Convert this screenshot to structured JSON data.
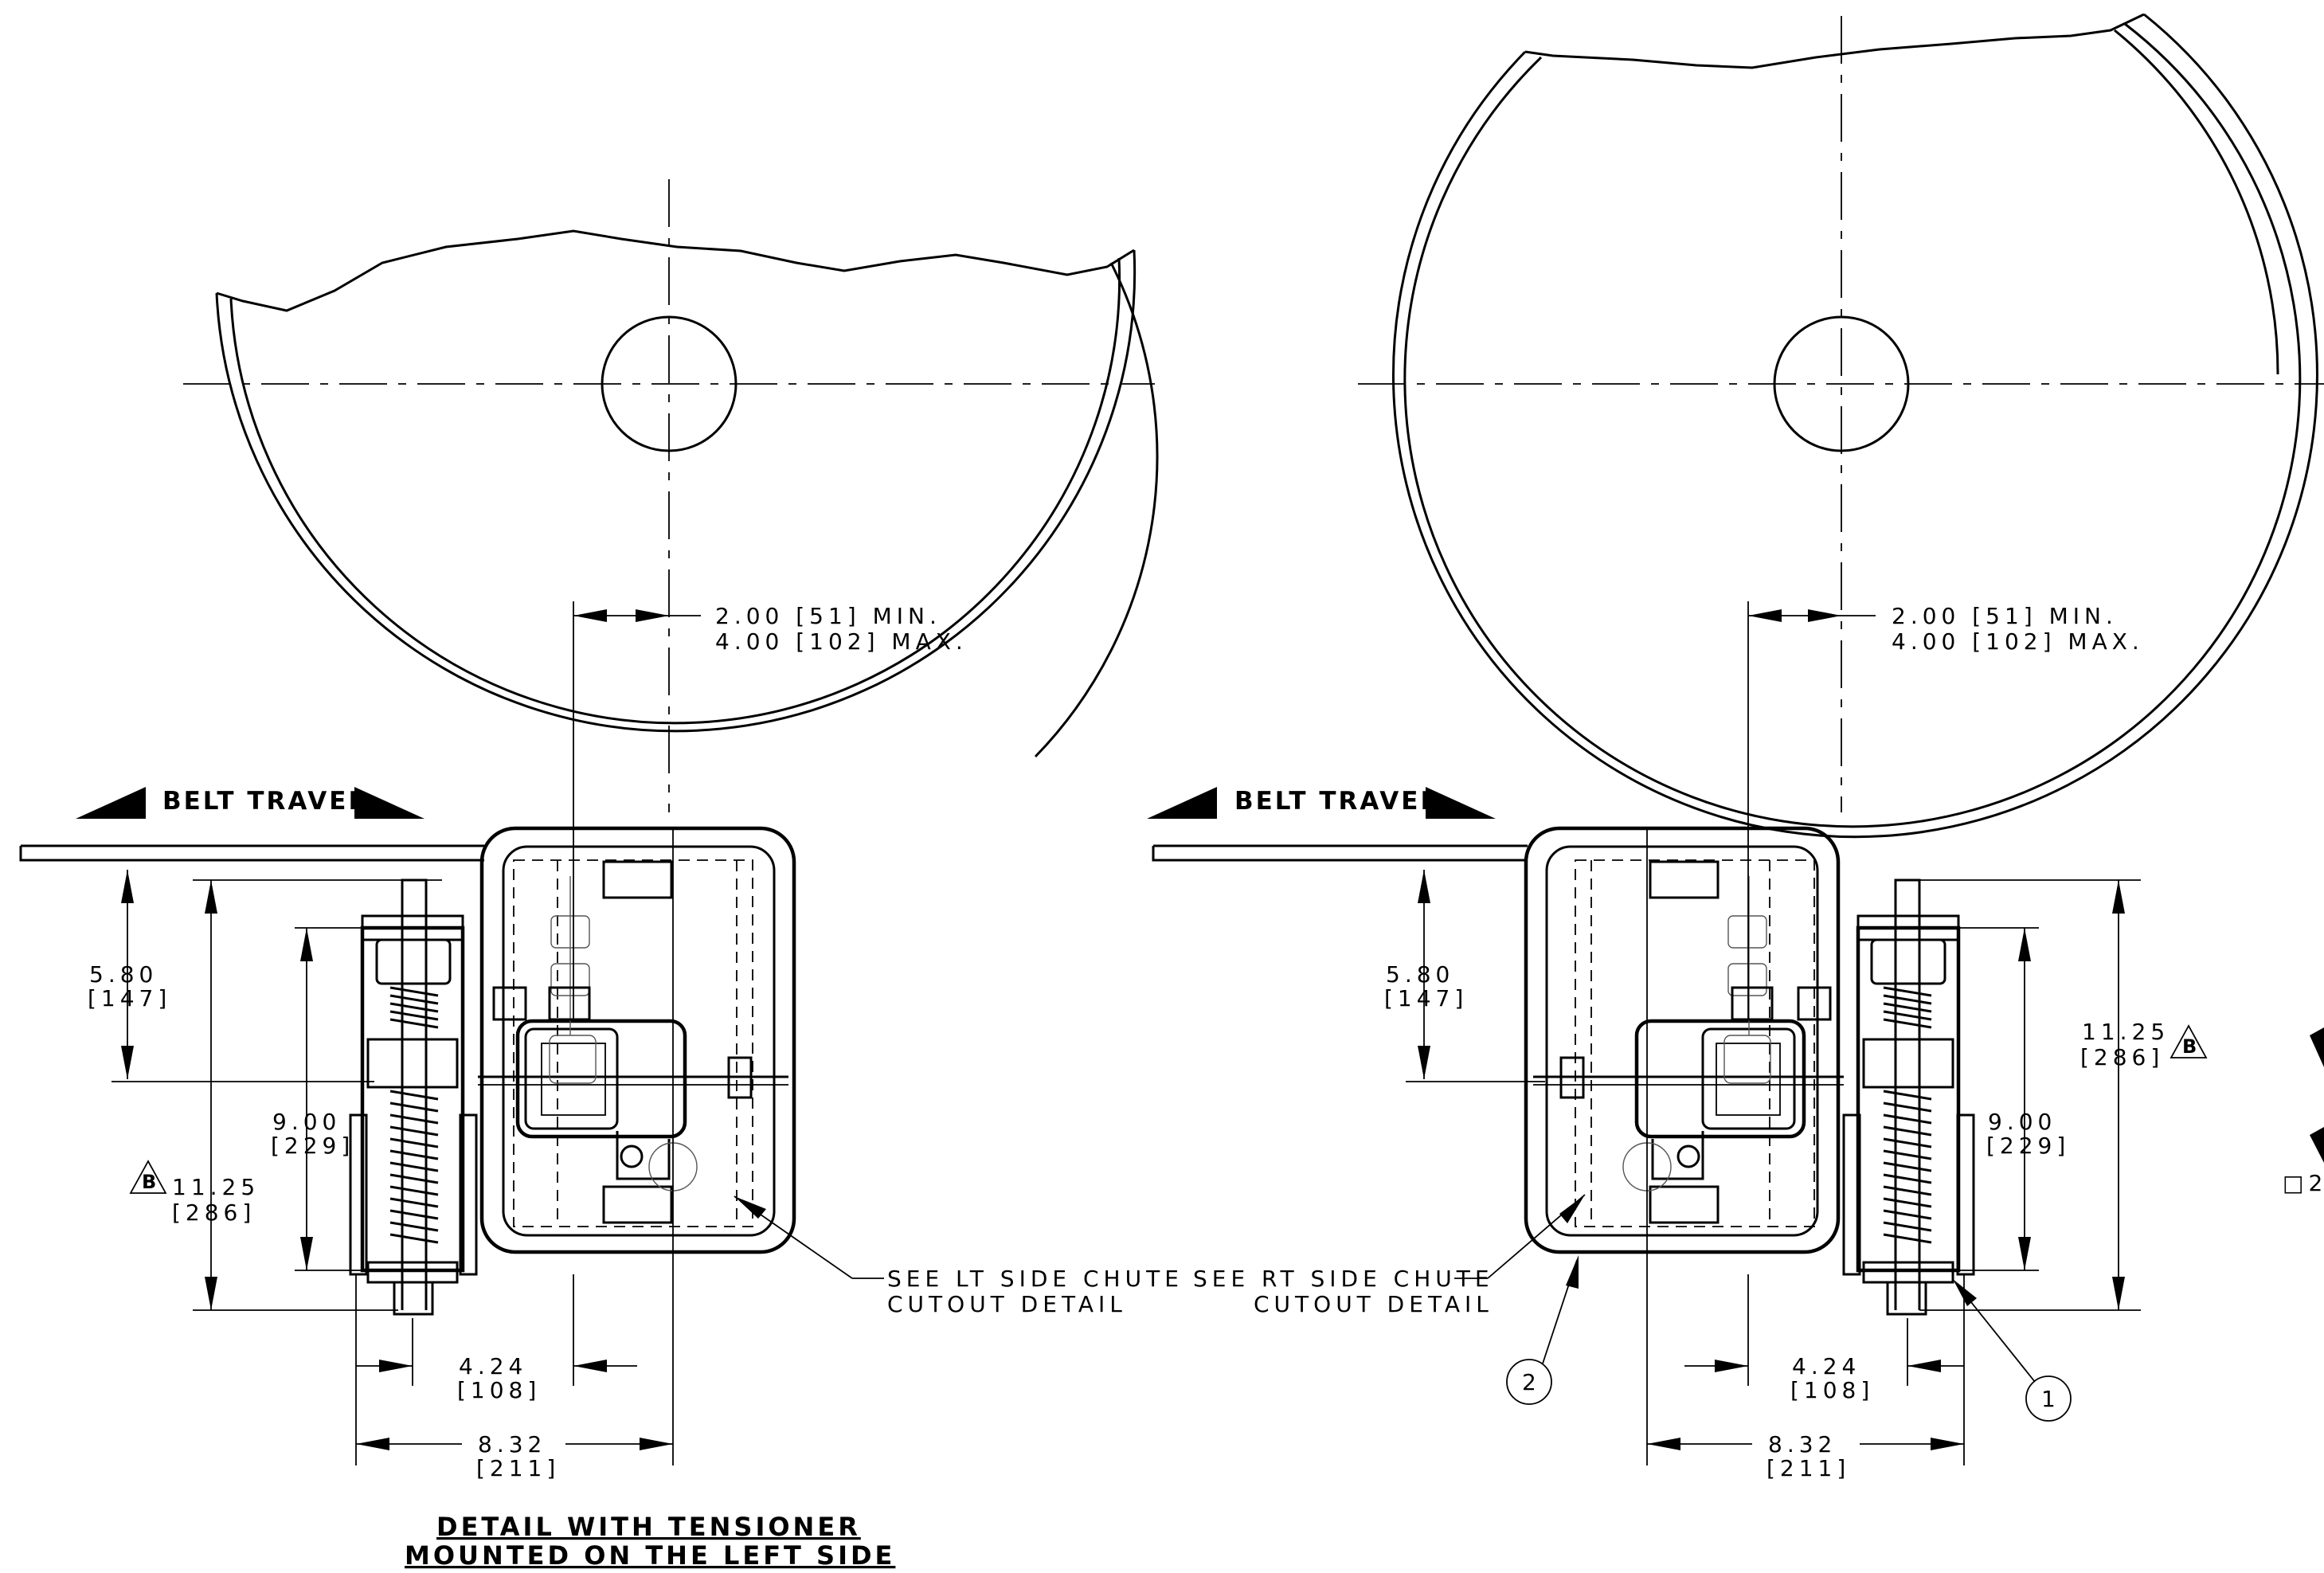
{
  "views": [
    {
      "id": "left",
      "belt_travel_label": "BELT TRAVEL",
      "offset_min": "2.00 [51] MIN.",
      "offset_max": "4.00 [102] MAX.",
      "dim_height_top": "5.80",
      "dim_height_top_mm": "[147]",
      "dim_tensioner": "9.00",
      "dim_tensioner_mm": "[229]",
      "dim_overall": "11.25",
      "dim_overall_mm": "[286]",
      "rev_marker": "B",
      "dim_width_small": "4.24",
      "dim_width_small_mm": "[108]",
      "dim_width_overall": "8.32",
      "dim_width_overall_mm": "[211]",
      "chute_note_line1": "SEE LT SIDE CHUTE",
      "chute_note_line2": "CUTOUT DETAIL",
      "title_line1": "DETAIL WITH TENSIONER",
      "title_line2": "MOUNTED ON THE LEFT SIDE"
    },
    {
      "id": "right",
      "belt_travel_label": "BELT TRAVEL",
      "offset_min": "2.00 [51] MIN.",
      "offset_max": "4.00 [102] MAX.",
      "dim_height_top": "5.80",
      "dim_height_top_mm": "[147]",
      "dim_tensioner": "9.00",
      "dim_tensioner_mm": "[229]",
      "dim_overall": "11.25",
      "dim_overall_mm": "[286]",
      "rev_marker": "B",
      "dim_width_small": "4.24",
      "dim_width_small_mm": "[108]",
      "dim_width_overall": "8.32",
      "dim_width_overall_mm": "[211]",
      "chute_note_line1": "SEE RT SIDE CHUTE",
      "chute_note_line2": "CUTOUT DETAIL",
      "balloon_1": "1",
      "balloon_2": "2"
    }
  ],
  "edge_fragment": "□2"
}
